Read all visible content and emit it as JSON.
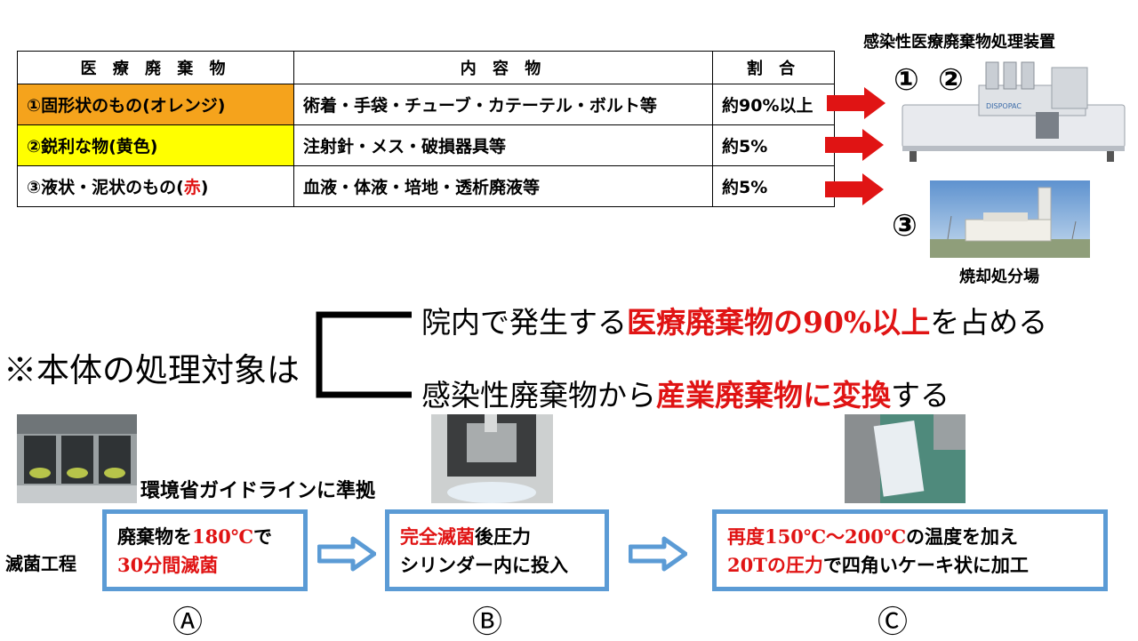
{
  "table": {
    "headers": [
      "医 療 廃 棄 物",
      "内 容 物",
      "割 合"
    ],
    "rows": [
      {
        "category": "①固形状のもの(オレンジ)",
        "contents": "術着・手袋・チューブ・カテーテル・ボルト等",
        "ratio": "約90%以上"
      },
      {
        "category": "②鋭利な物(黄色)",
        "contents": "注射針・メス・破損器具等",
        "ratio": "約5%"
      },
      {
        "category_prefix": "③液状・泥状のもの(",
        "category_red": "赤",
        "category_suffix": ")",
        "contents": "血液・体液・培地・透析廃液等",
        "ratio": "約5%"
      }
    ]
  },
  "device": {
    "title": "感染性医療廃棄物処理装置",
    "num1": "①",
    "num2": "②",
    "brand": "DISPOPAC"
  },
  "incinerator": {
    "num3": "③",
    "caption": "焼却処分場"
  },
  "target": {
    "label": "※本体の処理対象は",
    "line1": {
      "a": "院内で発生する",
      "b": "医療廃棄物の90%以上",
      "c": "を占める"
    },
    "line2": {
      "a": "感染性廃棄物から",
      "b": "産業廃棄物に変換",
      "c": "する"
    }
  },
  "guideline": "環境省ガイドラインに準拠",
  "process": {
    "label": "滅菌工程",
    "a": {
      "l1a": "廃棄物を",
      "l1b": "180℃",
      "l1c": "で",
      "l2": "30分間滅菌",
      "letter": "Ⓐ"
    },
    "b": {
      "l1a": "完全滅菌",
      "l1b": "後圧力",
      "l2": "シリンダー内に投入",
      "letter": "Ⓑ"
    },
    "c": {
      "l1a": "再度150℃～200℃",
      "l1b": "の温度を加え",
      "l2a": "20Tの圧力",
      "l2b": "で四角いケーキ状に加工",
      "letter": "Ⓒ"
    }
  },
  "colors": {
    "orange": "#f5a31c",
    "yellow": "#ffff00",
    "red": "#e01414",
    "blue_box": "#5b9bd5"
  }
}
